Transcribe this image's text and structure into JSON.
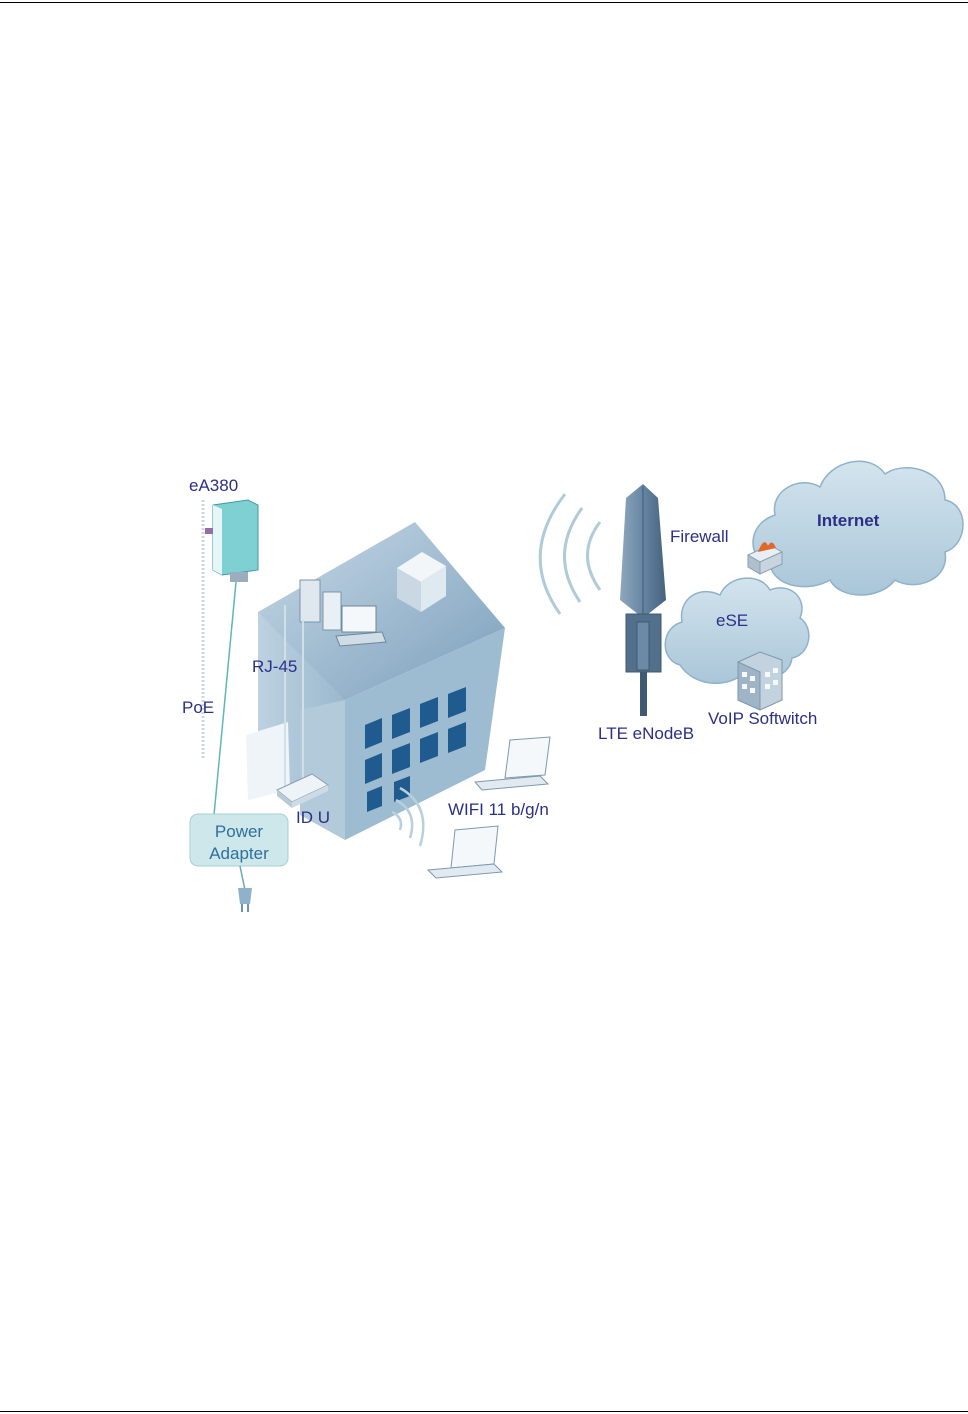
{
  "labels": {
    "ea380": "eA380",
    "rj45": "RJ-45",
    "poe": "PoE",
    "idu": "ID U",
    "wifi": "WIFI 11 b/g/n",
    "power_adapter_line1": "Power",
    "power_adapter_line2": "Adapter",
    "firewall": "Firewall",
    "internet": "Internet",
    "ese": "eSE",
    "voip": "VoIP Softwitch",
    "lte": "LTE eNodeB"
  },
  "colors": {
    "label_text": "#2c2f86",
    "house_roof": "#8fb0c9",
    "house_wall": "#a9c4d8",
    "cloud_fill": "#b9d3e1",
    "window": "#1f5b8e",
    "tower": "#5f7f9c"
  }
}
